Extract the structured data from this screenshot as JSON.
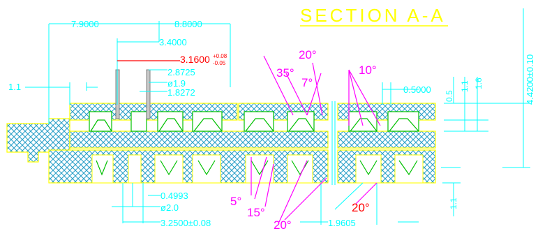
{
  "title": "SECTION A-A",
  "colors": {
    "background": "#ffffff",
    "dimension": "#00ffff",
    "angle": "#ff00ff",
    "tolerance": "#ff0000",
    "outline": "#ffff00",
    "hatch": "#2aa0c8",
    "pins": "#00c000",
    "title": "#ffff00"
  },
  "dimensions": {
    "d_7_9": "7.9000",
    "d_8_8": "8.8000",
    "d_3_4": "3.4000",
    "d_3_16": "3.1600",
    "d_3_16_tol_plus": "+0.08",
    "d_3_16_tol_minus": "-0.05",
    "d_2_8725": "2.8725",
    "d_dia_1_9": "ø1.9",
    "d_1_8272": "1.8272",
    "d_1_1_left": "1.1",
    "d_0_5": "0.5",
    "d_1_1_right": "1.1",
    "d_1_6": "1.6",
    "d_0_5000": "0.5000",
    "d_4_42": "4.4200±0.10",
    "d_0_4993": "0.4993",
    "d_dia_2_0": "ø2.0",
    "d_3_25": "3.2500±0.08",
    "d_1_9605": "1.9605",
    "d_1_1_bottom": "1.1"
  },
  "angles": {
    "a_20_top": "20°",
    "a_35": "35°",
    "a_7": "7°",
    "a_10": "10°",
    "a_5": "5°",
    "a_15": "15°",
    "a_20_bottom": "20°",
    "a_20_right": "20°"
  }
}
